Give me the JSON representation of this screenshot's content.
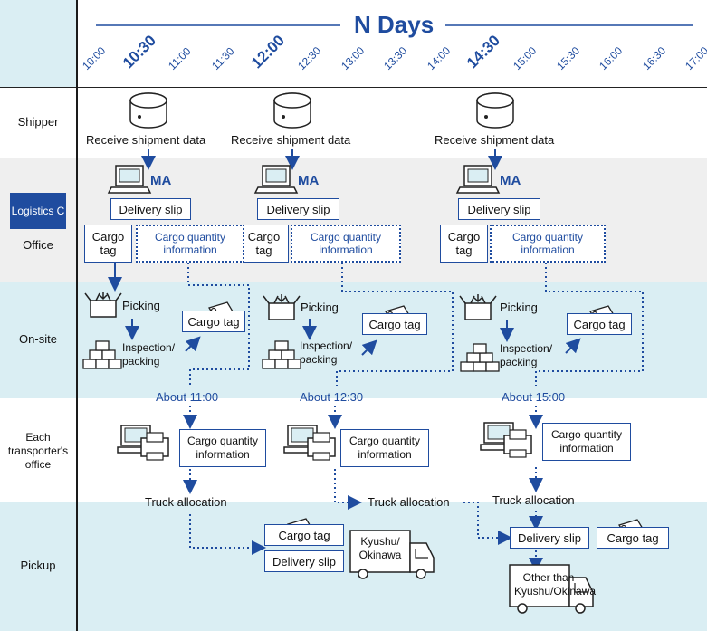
{
  "title": "N Days",
  "ticks": [
    "10:00",
    "10:30",
    "11:00",
    "11:30",
    "12:00",
    "12:30",
    "13:00",
    "13:30",
    "14:00",
    "14:30",
    "15:00",
    "15:30",
    "16:00",
    "16:30",
    "17:00"
  ],
  "rows": {
    "shipper": "Shipper",
    "logistics": "Logistics C",
    "office": "Office",
    "onsite": "On-site",
    "transporter": "Each transporter's office",
    "pickup": "Pickup"
  },
  "receive": "Receive shipment data",
  "ma": "MA",
  "delivery_slip": "Delivery slip",
  "cargo_tag": "Cargo tag",
  "cargo_tag_stack": "Cargo tag",
  "cargo_qty": "Cargo quantity information",
  "picking": "Picking",
  "inspection": "Inspection/ packing",
  "times": [
    "About 11:00",
    "About 12:30",
    "About 15:00"
  ],
  "truck_allocation": "Truck allocation",
  "truck1": "Kyushu/ Okinawa",
  "truck2": "Other than Kyushu/Okinawa",
  "colors": {
    "accent": "#1f4c9f",
    "band": "#daeef3",
    "office_band": "#efefef"
  }
}
